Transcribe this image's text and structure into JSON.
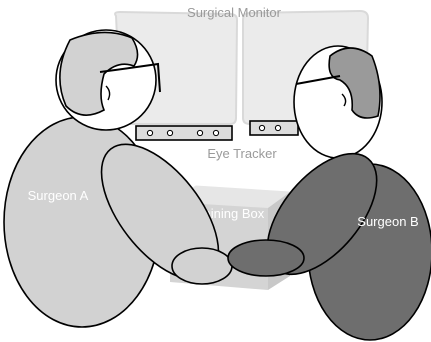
{
  "labels": {
    "surgical_monitor": "Surgical Monitor",
    "eye_tracker": "Eye Tracker",
    "training_box": "Training Box",
    "surgeon_a": "Surgeon A",
    "surgeon_b": "Surgeon B"
  },
  "colors": {
    "monitor_fill": "#ebebeb",
    "monitor_stroke": "#d9d9d9",
    "training_box_top": "#e6e6e6",
    "training_box_front": "#d4d4d4",
    "training_box_side": "#c8c8c8",
    "tracker_fill": "#dcdcdc",
    "surgeon_a_fill": "#d2d2d2",
    "surgeon_b_fill": "#6e6e6e",
    "head_fill": "#ffffff",
    "hair_a_fill": "#d2d2d2",
    "hair_b_fill": "#9a9a9a",
    "label_dark": "#9a9a9a",
    "label_light": "#ffffff"
  }
}
